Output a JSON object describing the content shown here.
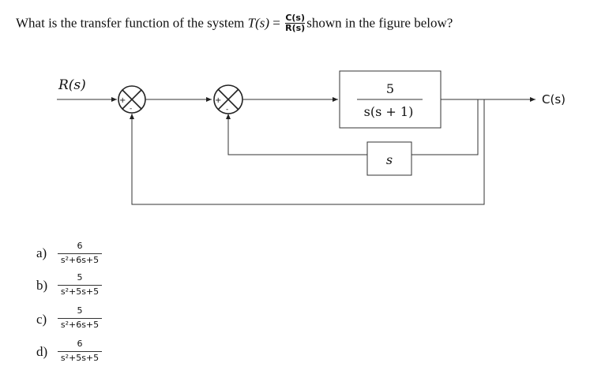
{
  "question": {
    "prefix": "What is the transfer function of the system ",
    "tf": "T(s)",
    "equals": " = ",
    "frac_num": "C(s)",
    "frac_den": "R(s)",
    "suffix": "shown in the figure below?"
  },
  "diagram": {
    "input_label": "R(s)",
    "output_label": "C(s)",
    "plant_num": "5",
    "plant_den": "s(s + 1)",
    "feedback_block": "s",
    "sum1_plus": "+",
    "sum1_minus": "-",
    "sum2_plus": "+",
    "sum2_minus": "-"
  },
  "options": [
    {
      "letter": "a)",
      "num": "6",
      "den": "s²+6s+5"
    },
    {
      "letter": "b)",
      "num": "5",
      "den": "s²+5s+5"
    },
    {
      "letter": "c)",
      "num": "5",
      "den": "s²+6s+5"
    },
    {
      "letter": "d)",
      "num": "6",
      "den": "s²+5s+5"
    }
  ]
}
